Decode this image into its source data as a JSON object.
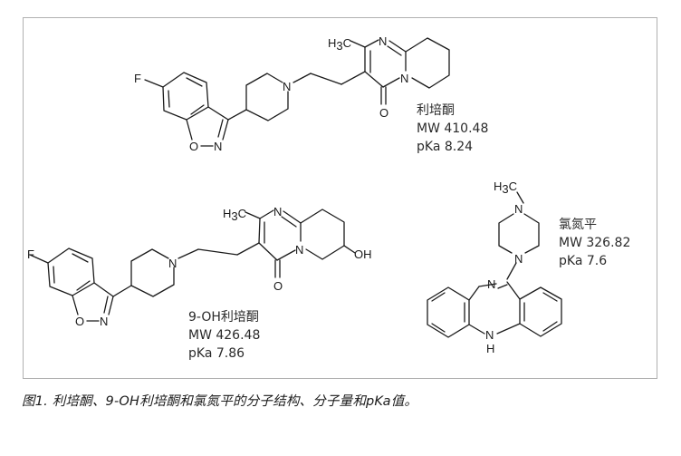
{
  "figure": {
    "caption": "图1. 利培酮、9-OH利培酮和氯氮平的分子结构、分子量和pKa值。",
    "compounds": [
      {
        "name": "利培酮",
        "mw": "MW 410.48",
        "pka": "pKa 8.24",
        "atom_labels": {
          "f": "F",
          "o_ring": "O",
          "n_ring": "N",
          "n_pip": "N",
          "h3c": "H",
          "h3c_sub": "3",
          "h3c_c": "C",
          "n_pyr": "N",
          "n_junction": "N",
          "o_carbonyl": "O"
        }
      },
      {
        "name": "9-OH利培酮",
        "mw": "MW 426.48",
        "pka": "pKa 7.86",
        "atom_labels": {
          "f": "F",
          "o_ring": "O",
          "n_ring": "N",
          "n_pip": "N",
          "h3c": "H",
          "h3c_sub": "3",
          "h3c_c": "C",
          "n_pyr": "N",
          "n_junction": "N",
          "o_carbonyl": "O",
          "oh": "OH"
        }
      },
      {
        "name": "氯氮平",
        "mw": "MW 326.82",
        "pka": "pKa 7.6",
        "atom_labels": {
          "h3c": "H",
          "h3c_sub": "3",
          "h3c_c": "C",
          "n_methyl": "N",
          "n_pip": "N",
          "n_imine": "N",
          "n_amine": "N",
          "h": "H"
        }
      }
    ]
  },
  "colors": {
    "frame": "#b0b0b0",
    "ink": "#1a1a1a",
    "background": "#ffffff"
  }
}
